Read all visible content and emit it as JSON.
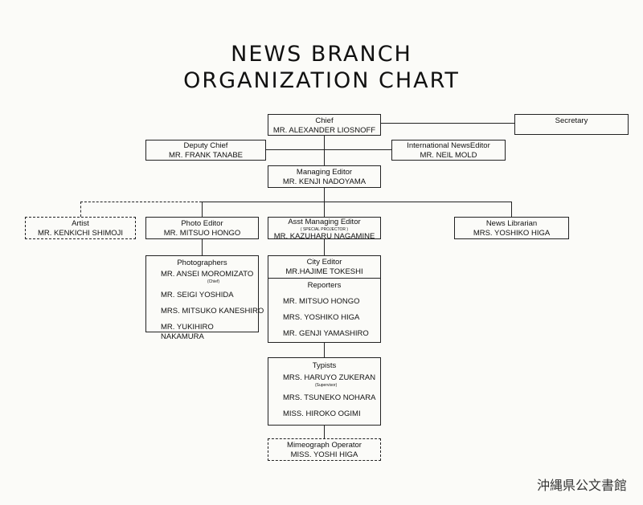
{
  "title": {
    "line1": "NEWS BRANCH",
    "line2": "ORGANIZATION CHART"
  },
  "chief": {
    "role": "Chief",
    "name": "MR. ALEXANDER LIOSNOFF"
  },
  "secretary": {
    "role": "Secretary"
  },
  "deputy": {
    "role": "Deputy Chief",
    "name": "MR. FRANK TANABE"
  },
  "intl_editor": {
    "role": "International NewsEditor",
    "name": "MR. NEIL MOLD"
  },
  "managing_editor": {
    "role": "Managing Editor",
    "name": "MR. KENJI NADOYAMA"
  },
  "artist": {
    "role": "Artist",
    "name": "MR. KENKICHI SHIMOJI"
  },
  "photo_editor": {
    "role": "Photo Editor",
    "name": "MR. MITSUO HONGO"
  },
  "asst_editor": {
    "role": "Asst Managing Editor",
    "note": "( SPECIAL PROJECTOR )",
    "name": "MR. KAZUHARU NAGAMINE"
  },
  "news_librarian": {
    "role": "News Librarian",
    "name": "MRS. YOSHIKO HIGA"
  },
  "photographers": {
    "role": "Photographers",
    "members": [
      "MR. ANSEI MOROMIZATO",
      "MR. SEIGI YOSHIDA",
      "MRS. MITSUKO KANESHIRO",
      "MR. YUKIHIRO NAKAMURA"
    ],
    "note": "(Chief)"
  },
  "city_editor": {
    "role": "City Editor",
    "name": "MR.HAJIME TOKESHI"
  },
  "reporters": {
    "role": "Reporters",
    "members": [
      "MR. MITSUO HONGO",
      "MRS. YOSHIKO HIGA",
      "MR. GENJI YAMASHIRO"
    ]
  },
  "typists": {
    "role": "Typists",
    "members": [
      "MRS. HARUYO ZUKERAN",
      "MRS. TSUNEKO NOHARA",
      "MISS. HIROKO OGIMI"
    ],
    "note": "(Supervisor)"
  },
  "mimeograph": {
    "role": "Mimeograph Operator",
    "name": "MISS. YOSHI HIGA"
  },
  "stamp": "沖縄県公文書館"
}
